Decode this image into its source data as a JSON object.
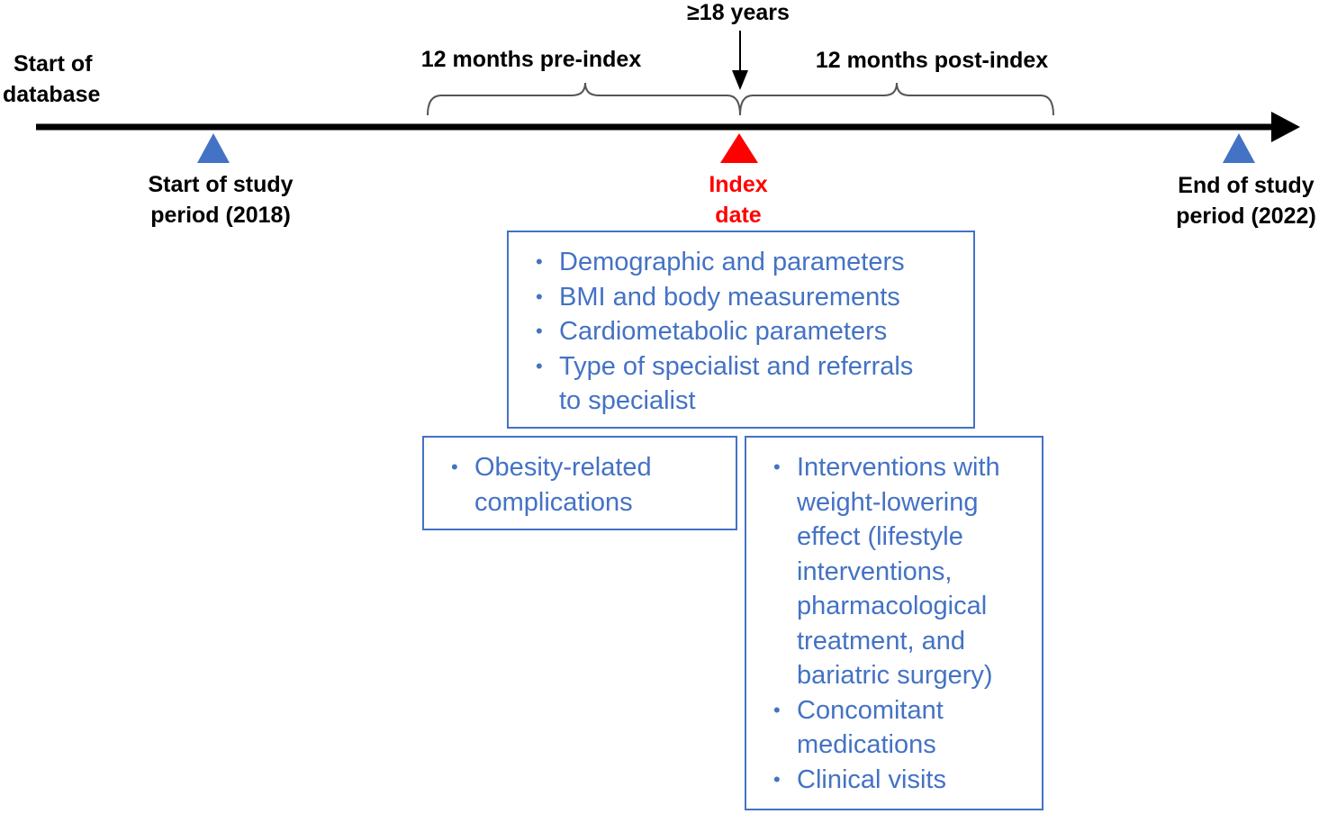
{
  "labels": {
    "age": "≥18 years",
    "start_db": [
      "Start of",
      "database"
    ],
    "pre_index": "12 months pre-index",
    "post_index": "12 months post-index",
    "start_study": [
      "Start of study",
      "period (2018)"
    ],
    "index_date": [
      "Index",
      "date"
    ],
    "end_study": [
      "End of study",
      "period (2022)"
    ]
  },
  "boxes": {
    "index": [
      [
        "Demographic and parameters"
      ],
      [
        "BMI and body measurements"
      ],
      [
        "Cardiometabolic parameters"
      ],
      [
        "Type of specialist and referrals",
        "to specialist"
      ]
    ],
    "pre": [
      [
        "Obesity-related",
        "complications"
      ]
    ],
    "post": [
      [
        "Interventions with",
        "weight-lowering",
        "effect (lifestyle",
        "interventions,",
        "pharmacological",
        "treatment, and",
        "bariatric surgery)"
      ],
      [
        "Concomitant",
        "medications"
      ],
      [
        "Clinical visits"
      ]
    ]
  },
  "bullet": "•",
  "colors": {
    "timeline": "#000000",
    "marker_blue": "#4472c4",
    "marker_red": "#ff0000",
    "box_text": "#4472c4"
  }
}
